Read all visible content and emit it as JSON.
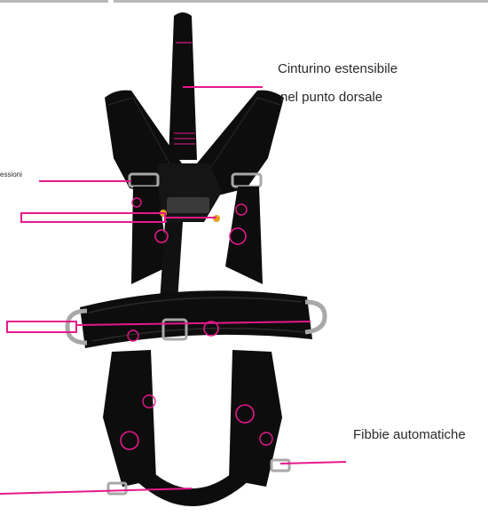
{
  "labels": {
    "extensible_strap_line1": "Cinturino estensibile",
    "extensible_strap_line2": "nel punto dorsale",
    "connections_partial": "essioni",
    "automatic_buckles": "Fibbie automatiche"
  },
  "colors": {
    "callout": "#e6198c",
    "webbing": "#0d0d0d",
    "webbing_edge": "#2a2a2a",
    "metal": "#a8a8a8",
    "top_rule": "#b9b9b9"
  },
  "icons": {
    "harness": "safety-harness-illustration"
  }
}
